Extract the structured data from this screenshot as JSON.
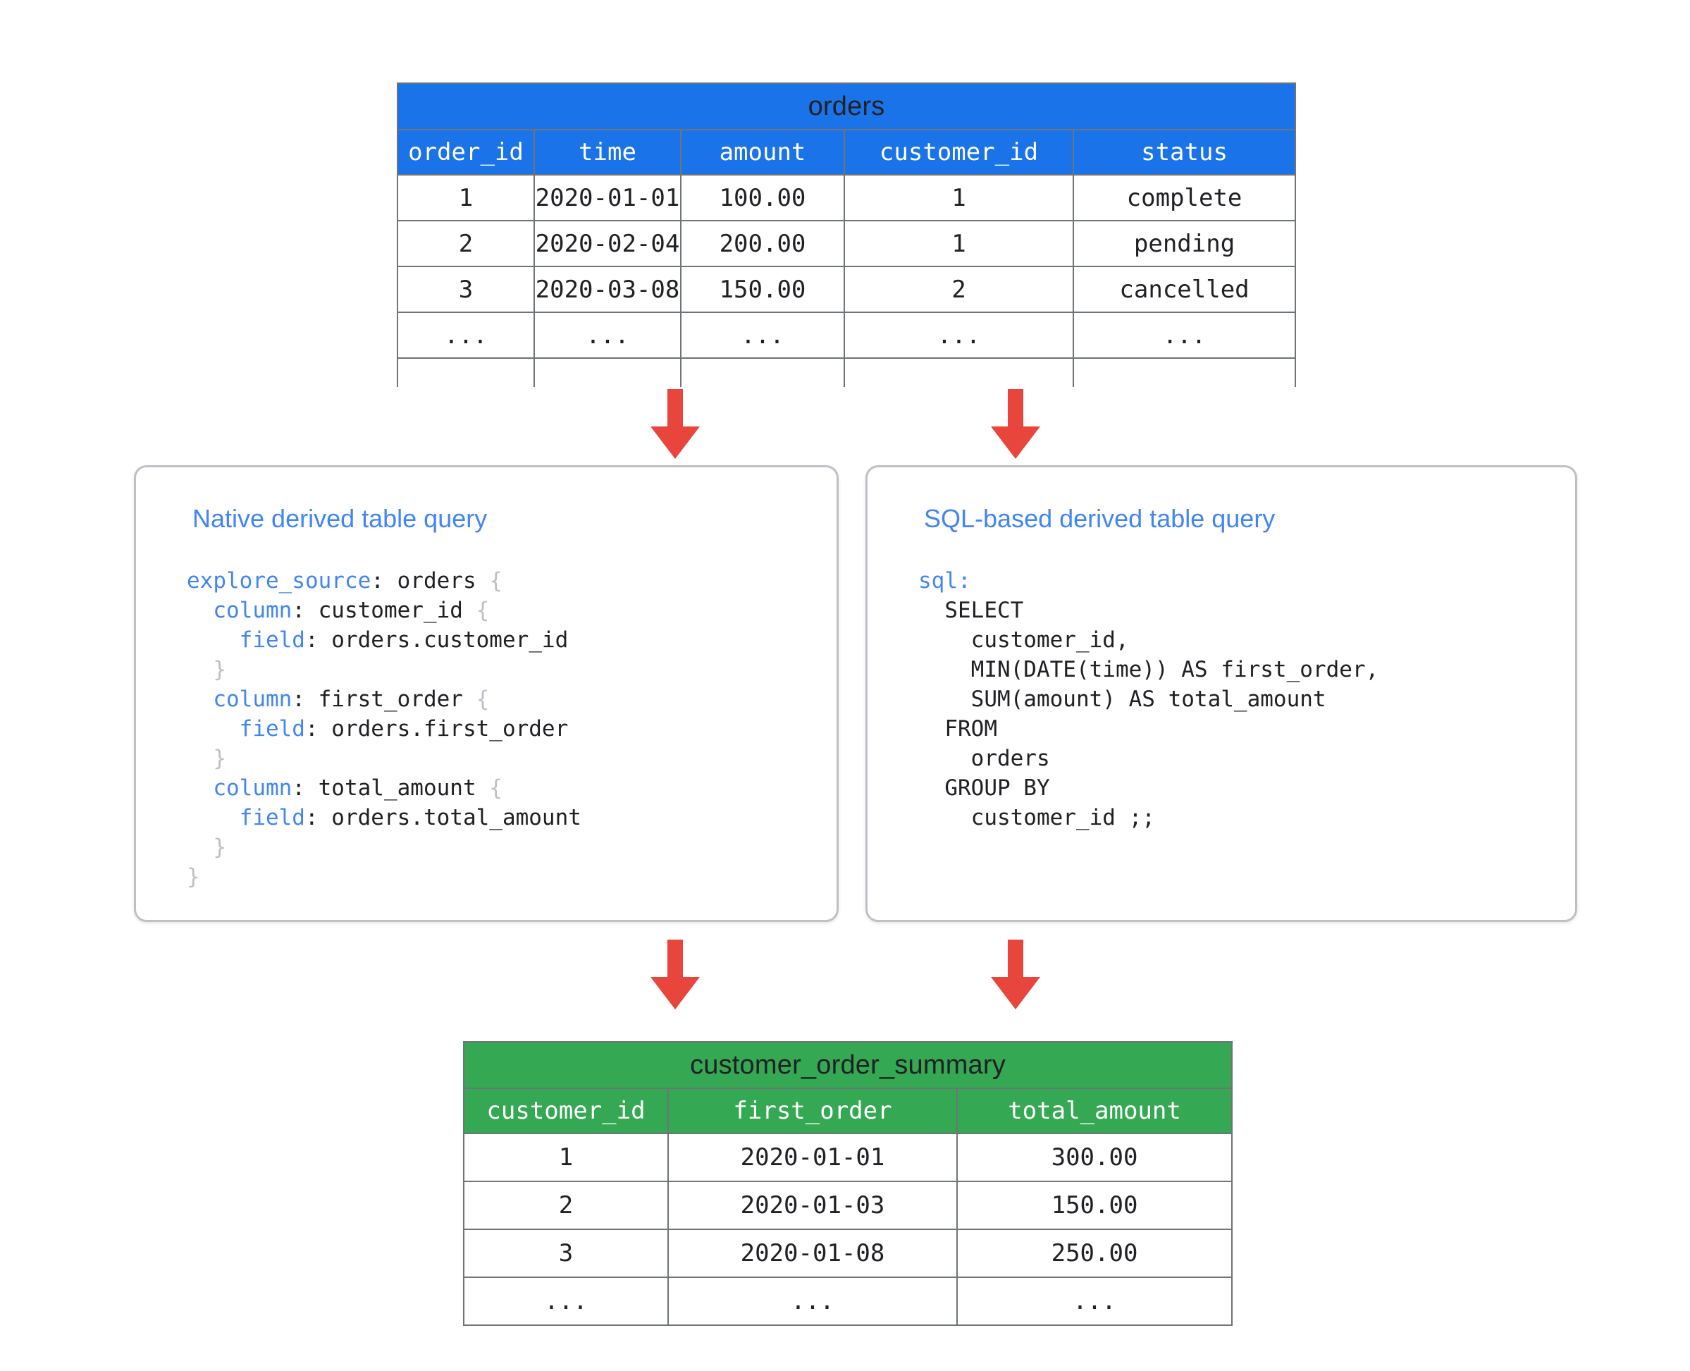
{
  "colors": {
    "orders_header": "#1a73e8",
    "summary_header": "#34a853",
    "arrow": "#e8453c",
    "card_border": "#bdc1c6",
    "keyword_blue": "#4285f4",
    "brace_gray": "#bdc1c6",
    "grid_line": "#6e7477"
  },
  "orders_table": {
    "title": "orders",
    "columns": [
      "order_id",
      "time",
      "amount",
      "customer_id",
      "status"
    ],
    "rows": [
      [
        "1",
        "2020-01-01",
        "100.00",
        "1",
        "complete"
      ],
      [
        "2",
        "2020-02-04",
        "200.00",
        "1",
        "pending"
      ],
      [
        "3",
        "2020-03-08",
        "150.00",
        "2",
        "cancelled"
      ],
      [
        "...",
        "...",
        "...",
        "...",
        "..."
      ],
      [
        "",
        "",
        "",
        "",
        ""
      ]
    ]
  },
  "summary_table": {
    "title": "customer_order_summary",
    "columns": [
      "customer_id",
      "first_order",
      "total_amount"
    ],
    "rows": [
      [
        "1",
        "2020-01-01",
        "300.00"
      ],
      [
        "2",
        "2020-01-03",
        "150.00"
      ],
      [
        "3",
        "2020-01-08",
        "250.00"
      ],
      [
        "...",
        "...",
        "..."
      ]
    ]
  },
  "native_card": {
    "title": "Native derived table query",
    "code_lines": [
      [
        {
          "t": "explore_source",
          "c": "kw"
        },
        {
          "t": ": orders ",
          "c": ""
        },
        {
          "t": "{",
          "c": "brace"
        }
      ],
      [
        {
          "t": "  ",
          "c": ""
        },
        {
          "t": "column",
          "c": "kw"
        },
        {
          "t": ": customer_id ",
          "c": ""
        },
        {
          "t": "{",
          "c": "brace"
        }
      ],
      [
        {
          "t": "    ",
          "c": ""
        },
        {
          "t": "field",
          "c": "kw"
        },
        {
          "t": ": orders.customer_id",
          "c": ""
        }
      ],
      [
        {
          "t": "  ",
          "c": ""
        },
        {
          "t": "}",
          "c": "brace"
        }
      ],
      [
        {
          "t": "  ",
          "c": ""
        },
        {
          "t": "column",
          "c": "kw"
        },
        {
          "t": ": first_order ",
          "c": ""
        },
        {
          "t": "{",
          "c": "brace"
        }
      ],
      [
        {
          "t": "    ",
          "c": ""
        },
        {
          "t": "field",
          "c": "kw"
        },
        {
          "t": ": orders.first_order",
          "c": ""
        }
      ],
      [
        {
          "t": "  ",
          "c": ""
        },
        {
          "t": "}",
          "c": "brace"
        }
      ],
      [
        {
          "t": "  ",
          "c": ""
        },
        {
          "t": "column",
          "c": "kw"
        },
        {
          "t": ": total_amount ",
          "c": ""
        },
        {
          "t": "{",
          "c": "brace"
        }
      ],
      [
        {
          "t": "    ",
          "c": ""
        },
        {
          "t": "field",
          "c": "kw"
        },
        {
          "t": ": orders.total_amount",
          "c": ""
        }
      ],
      [
        {
          "t": "  ",
          "c": ""
        },
        {
          "t": "}",
          "c": "brace"
        }
      ],
      [
        {
          "t": "}",
          "c": "brace"
        }
      ]
    ]
  },
  "sql_card": {
    "title": "SQL-based derived table query",
    "code_lines": [
      [
        {
          "t": "sql:",
          "c": "kw"
        }
      ],
      [
        {
          "t": "  SELECT",
          "c": ""
        }
      ],
      [
        {
          "t": "    customer_id,",
          "c": ""
        }
      ],
      [
        {
          "t": "    MIN(DATE(time)) AS first_order,",
          "c": ""
        }
      ],
      [
        {
          "t": "    SUM(amount) AS total_amount",
          "c": ""
        }
      ],
      [
        {
          "t": "  FROM",
          "c": ""
        }
      ],
      [
        {
          "t": "    orders",
          "c": ""
        }
      ],
      [
        {
          "t": "  GROUP BY",
          "c": ""
        }
      ],
      [
        {
          "t": "    customer_id ;;",
          "c": ""
        }
      ]
    ]
  },
  "arrows": [
    {
      "name": "orders-to-native",
      "direction": "down"
    },
    {
      "name": "orders-to-sql",
      "direction": "down"
    },
    {
      "name": "native-to-summary",
      "direction": "down"
    },
    {
      "name": "sql-to-summary",
      "direction": "down"
    }
  ]
}
